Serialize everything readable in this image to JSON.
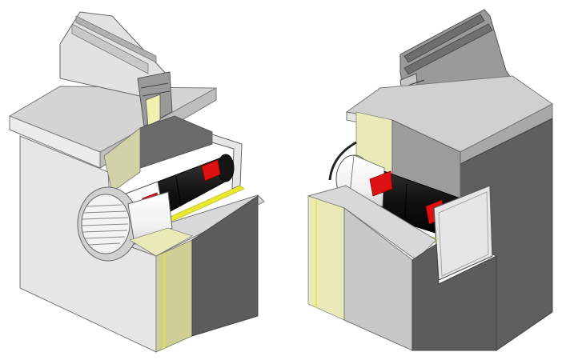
{
  "figure": {
    "views": [
      {
        "id": "left-isometric-view",
        "components": [
          "window-frame-profile",
          "top-slab",
          "roller-tube",
          "vent-grille",
          "insulation-layer",
          "wall-block"
        ]
      },
      {
        "id": "right-isometric-view",
        "components": [
          "window-frame-profile",
          "top-slab",
          "roller-tube",
          "end-cover-plate",
          "insulation-layer",
          "wall-block"
        ]
      }
    ],
    "colors": {
      "background": "#ffffff",
      "wall_light": "#e9e9e9",
      "wall_mid": "#c9c9c9",
      "wall_dark": "#5c5c5c",
      "insulation": "#eaeab8",
      "insulation_shade": "#c8c890",
      "accent_yellow": "#e8e830",
      "tube_black": "#1a1a1a",
      "tube_red": "#dd1111",
      "outline": "#404040"
    }
  }
}
